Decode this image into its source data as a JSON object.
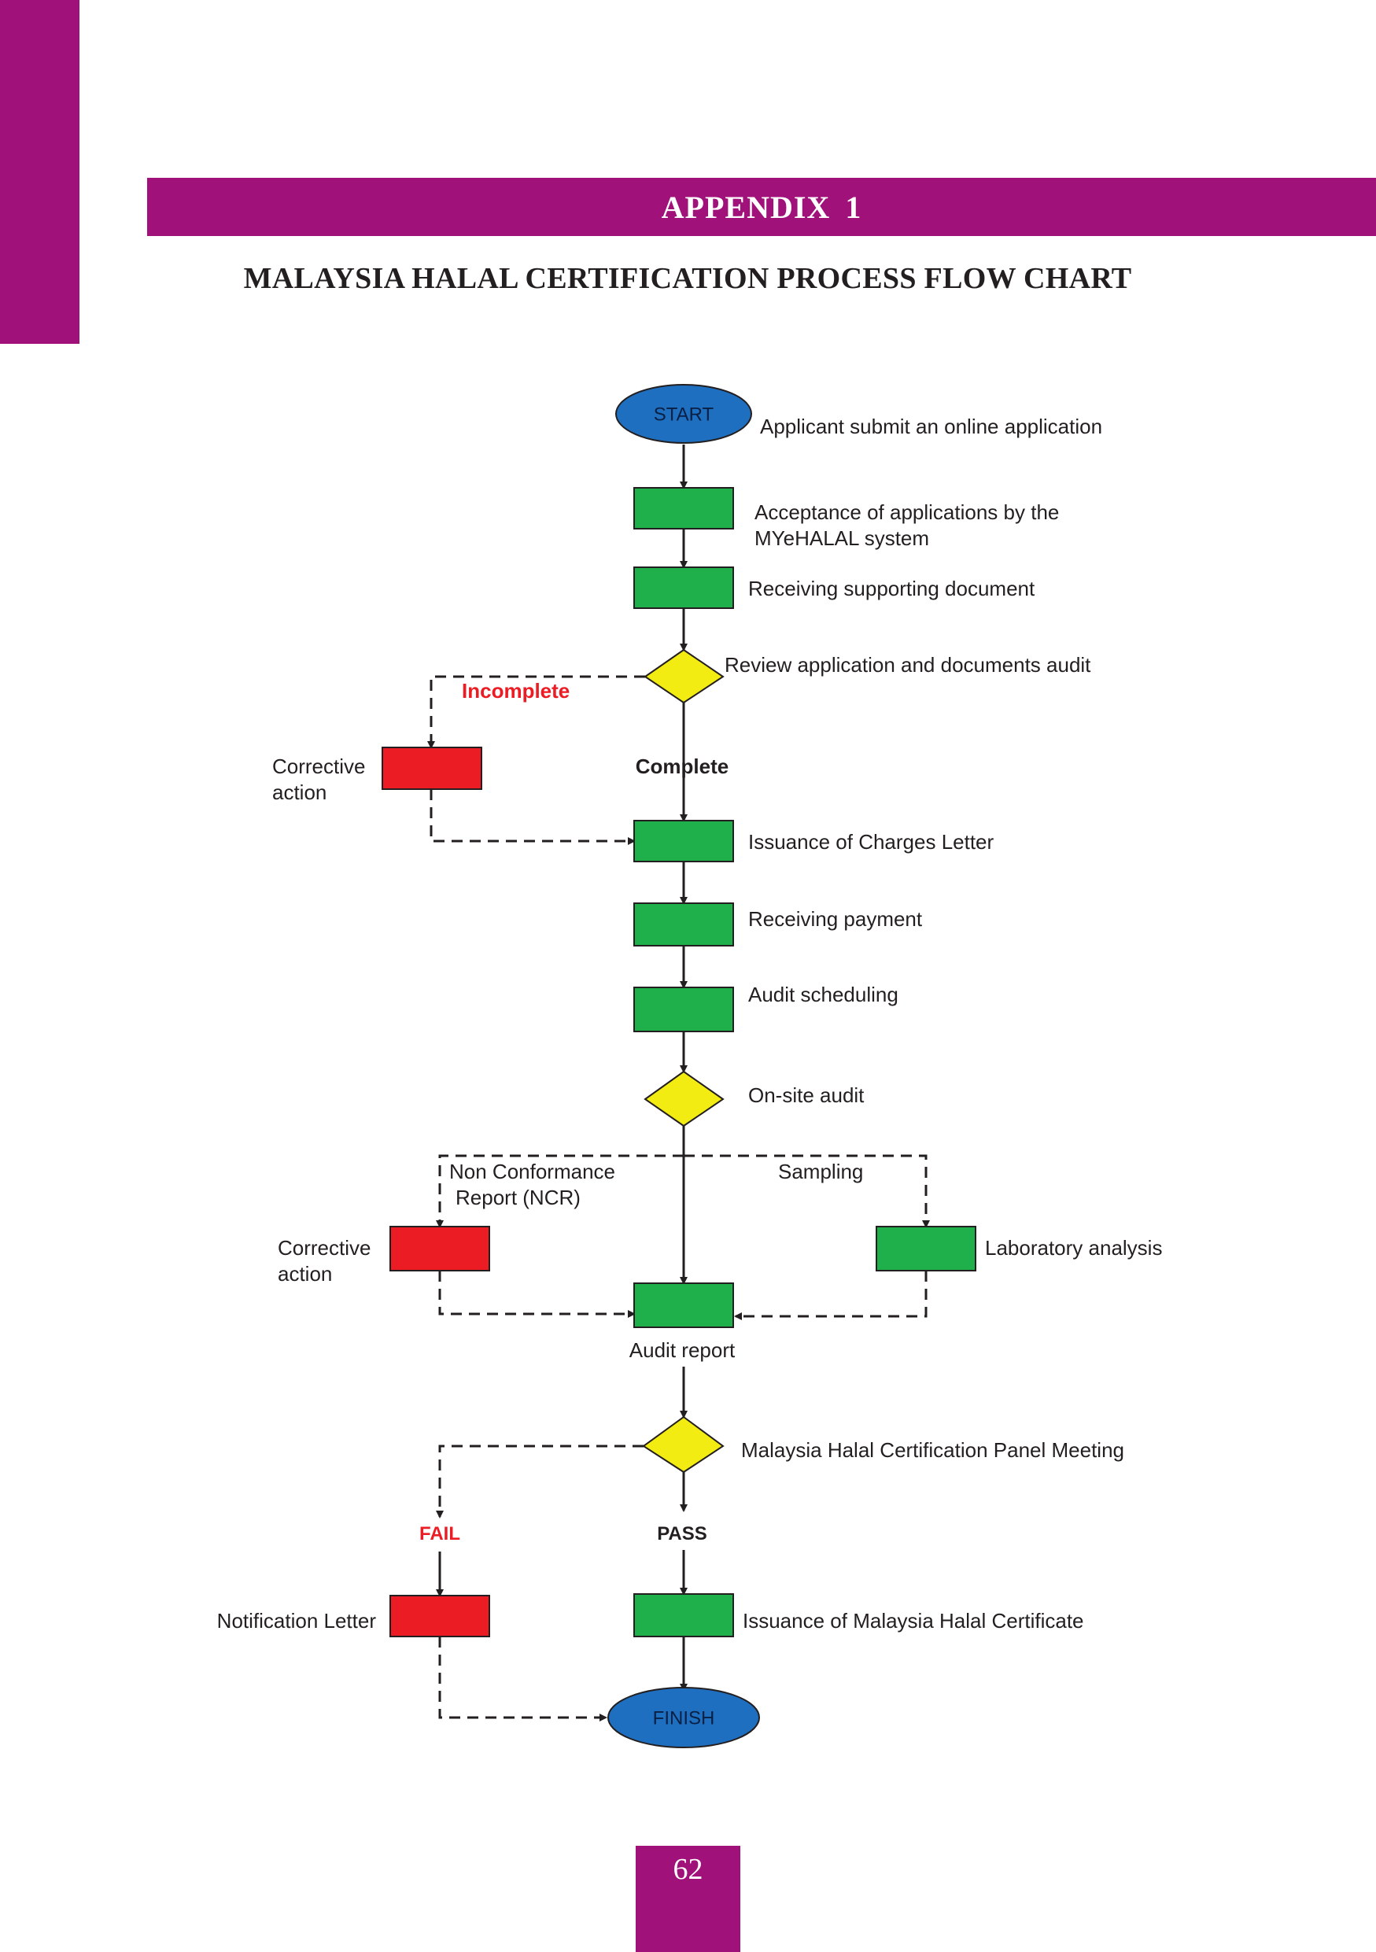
{
  "colors": {
    "brand_magenta": "#a0117a",
    "terminal_blue": "#1f6fc0",
    "process_green": "#1fb04b",
    "decision_yellow": "#f3ec12",
    "corrective_red": "#ec1c24",
    "label_red": "#ec1c24",
    "line_dark": "#231f20"
  },
  "header": {
    "appendix_label": "APPENDIX  1",
    "title": "MALAYSIA HALAL CERTIFICATION PROCESS FLOW CHART"
  },
  "flowchart": {
    "start": {
      "label": "START",
      "caption": "Applicant submit an online application"
    },
    "steps": {
      "acceptance": {
        "line1": "Acceptance of applications by the",
        "line2": "MYeHALAL system"
      },
      "receiving_documents": "Receiving supporting document",
      "review_decision": "Review application and documents audit",
      "incomplete_label": "Incomplete",
      "complete_label": "Complete",
      "corrective_action_1": {
        "line1": "Corrective",
        "line2": "action"
      },
      "charges_letter": "Issuance of Charges Letter",
      "receiving_payment": "Receiving payment",
      "audit_scheduling": "Audit scheduling",
      "onsite_audit": "On-site audit",
      "ncr_label": {
        "line1": "Non Conformance",
        "line2": "Report (NCR)"
      },
      "sampling_label": "Sampling",
      "corrective_action_2": {
        "line1": "Corrective",
        "line2": "action"
      },
      "laboratory_analysis": "Laboratory analysis",
      "audit_report": "Audit report",
      "panel_meeting": "Malaysia Halal Certification Panel Meeting",
      "fail_label": "FAIL",
      "pass_label": "PASS",
      "notification_letter": "Notification Letter",
      "certificate_issuance": "Issuance of Malaysia Halal Certificate"
    },
    "finish": {
      "label": "FINISH"
    }
  },
  "footer": {
    "page_number": "62"
  }
}
